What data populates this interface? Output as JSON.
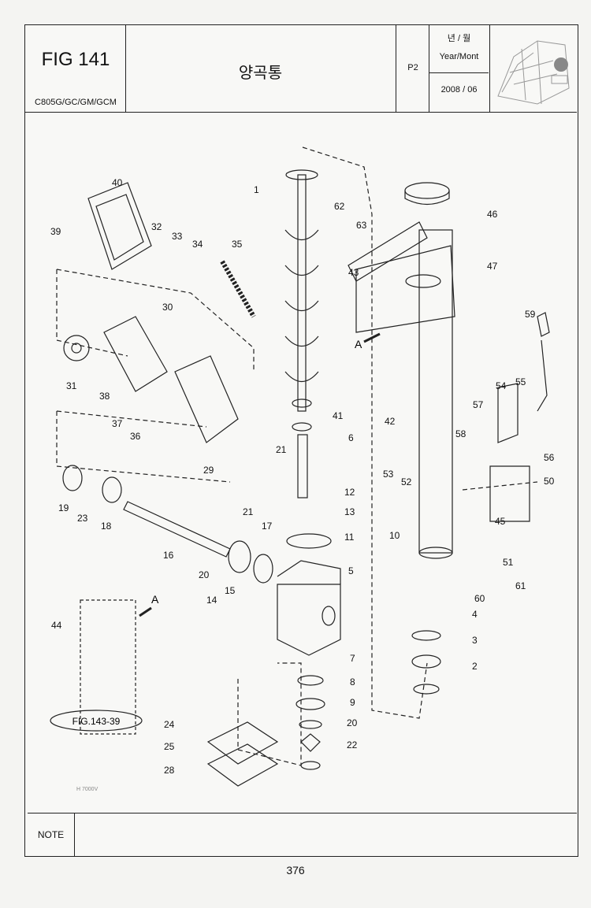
{
  "header": {
    "fig": "FIG 141",
    "model": "C805G/GC/GM/GCM",
    "title": "양곡통",
    "page_code": "P2",
    "year_month_ko": "년 / 월",
    "year_month_en": "Year/Mont",
    "date": "2008 / 06"
  },
  "diagram": {
    "part_numbers": [
      "1",
      "2",
      "3",
      "4",
      "5",
      "6",
      "7",
      "8",
      "9",
      "10",
      "11",
      "12",
      "13",
      "14",
      "15",
      "16",
      "17",
      "18",
      "19",
      "20",
      "20",
      "21",
      "21",
      "22",
      "23",
      "24",
      "25",
      "28",
      "29",
      "30",
      "31",
      "32",
      "33",
      "34",
      "35",
      "36",
      "37",
      "38",
      "39",
      "40",
      "41",
      "42",
      "43",
      "44",
      "45",
      "46",
      "47",
      "50",
      "51",
      "52",
      "53",
      "54",
      "55",
      "56",
      "57",
      "58",
      "59",
      "60",
      "61",
      "62",
      "63"
    ],
    "view_label": "A",
    "view_label_2": "A",
    "ref_figure": "FIG.143-39",
    "small_code": "H 7000V"
  },
  "note_label": "NOTE",
  "page_number": "376"
}
